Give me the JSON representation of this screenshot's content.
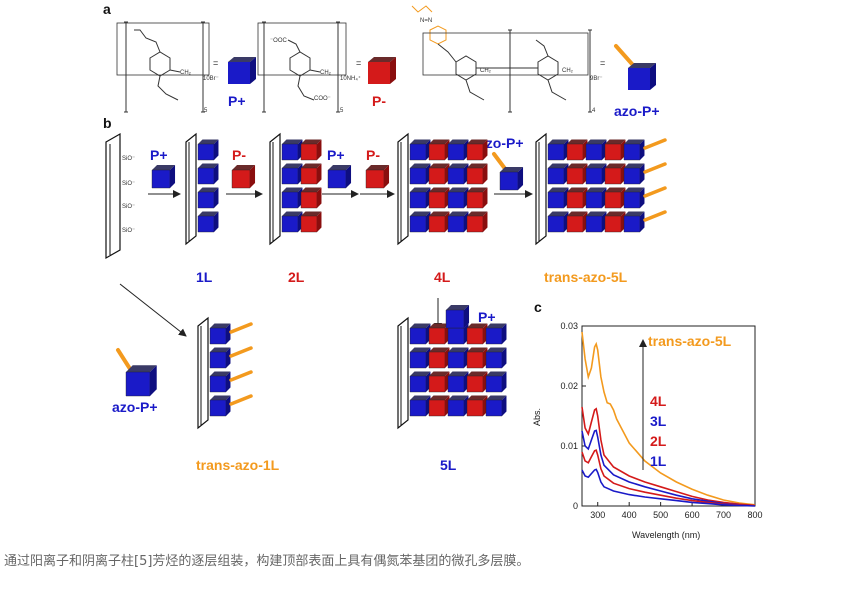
{
  "panels": {
    "a": "a",
    "b": "b",
    "c": "c"
  },
  "structures": {
    "p_plus": {
      "label": "P+",
      "counter": "10Br⁻",
      "repeat": "5"
    },
    "p_minus": {
      "label": "P-",
      "counter": "10NH₄⁺",
      "repeat": "5"
    },
    "azo_p_plus": {
      "label": "azo-P+",
      "counter": "9Br⁻",
      "repeat": "4"
    },
    "chem_text": {
      "ch2": "CH₂",
      "ooc": "⁻OOC",
      "coo": "COO⁻",
      "sio": "SiO⁻",
      "nn": "N=N"
    }
  },
  "scheme": {
    "step1_reagent": "P+",
    "step2_reagent": "P-",
    "step3_reagent": "P+",
    "step4_reagent": "P-",
    "step5_reagent": "azo-P+",
    "alt_reagent": "azo-P+",
    "from4L_reagent": "P+",
    "label_1L": "1L",
    "label_2L": "2L",
    "label_4L": "4L",
    "label_trans5L": "trans-azo-5L",
    "label_trans1L": "trans-azo-1L",
    "label_5L": "5L"
  },
  "colors": {
    "cationic": "#1a1ac8",
    "anionic": "#d41a1a",
    "azo": "#f39a1e",
    "text_dark": "#111111"
  },
  "chart_data": {
    "type": "line",
    "xlabel": "Wavelength (nm)",
    "ylabel": "Abs.",
    "xlim": [
      250,
      800
    ],
    "ylim": [
      0,
      0.03
    ],
    "x_ticks": [
      "300",
      "400",
      "500",
      "600",
      "700",
      "800"
    ],
    "y_ticks": [
      "0",
      "0.01",
      "0.02",
      "0.03"
    ],
    "legend_arrow_direction": "up",
    "series": [
      {
        "name": "trans-azo-5L",
        "color": "#f39a1e",
        "x": [
          250,
          260,
          270,
          280,
          290,
          295,
          300,
          310,
          320,
          330,
          340,
          350,
          360,
          380,
          400,
          450,
          500,
          550,
          600,
          650,
          700,
          750,
          800
        ],
        "y": [
          0.029,
          0.0245,
          0.0215,
          0.023,
          0.0265,
          0.027,
          0.026,
          0.0215,
          0.019,
          0.0172,
          0.017,
          0.016,
          0.0145,
          0.0125,
          0.0105,
          0.0075,
          0.0055,
          0.004,
          0.0028,
          0.0018,
          0.001,
          0.0005,
          0.0002
        ]
      },
      {
        "name": "4L",
        "color": "#d41a1a",
        "x": [
          250,
          260,
          270,
          280,
          290,
          295,
          300,
          310,
          320,
          350,
          400,
          450,
          500,
          550,
          600,
          650,
          700,
          750,
          800
        ],
        "y": [
          0.0165,
          0.013,
          0.012,
          0.014,
          0.016,
          0.0162,
          0.015,
          0.011,
          0.0085,
          0.0065,
          0.005,
          0.004,
          0.0032,
          0.0024,
          0.0016,
          0.001,
          0.0006,
          0.0003,
          0.0001
        ]
      },
      {
        "name": "3L",
        "color": "#1a1ac8",
        "x": [
          250,
          260,
          270,
          280,
          290,
          295,
          300,
          310,
          320,
          350,
          400,
          450,
          500,
          550,
          600,
          650,
          700,
          750,
          800
        ],
        "y": [
          0.0125,
          0.01,
          0.0095,
          0.011,
          0.0125,
          0.0126,
          0.0115,
          0.0085,
          0.0068,
          0.0052,
          0.004,
          0.0032,
          0.0025,
          0.0018,
          0.0012,
          0.0008,
          0.0004,
          0.0002,
          0.0001
        ]
      },
      {
        "name": "2L",
        "color": "#d41a1a",
        "x": [
          250,
          260,
          270,
          280,
          290,
          295,
          300,
          310,
          320,
          350,
          400,
          450,
          500,
          550,
          600,
          650,
          700,
          750,
          800
        ],
        "y": [
          0.009,
          0.0075,
          0.0072,
          0.0082,
          0.0092,
          0.0093,
          0.0085,
          0.0062,
          0.005,
          0.0038,
          0.0029,
          0.0023,
          0.0018,
          0.0013,
          0.0009,
          0.0006,
          0.0003,
          0.0002,
          0.0001
        ]
      },
      {
        "name": "1L",
        "color": "#1a1ac8",
        "x": [
          250,
          260,
          270,
          280,
          290,
          295,
          300,
          310,
          320,
          350,
          400,
          450,
          500,
          550,
          600,
          650,
          700,
          750,
          800
        ],
        "y": [
          0.006,
          0.005,
          0.0048,
          0.0054,
          0.006,
          0.0061,
          0.0056,
          0.004,
          0.0032,
          0.0025,
          0.0019,
          0.0015,
          0.0012,
          0.0009,
          0.0006,
          0.0004,
          0.0002,
          0.0001,
          0.0
        ]
      }
    ]
  },
  "caption": "通过阳离子和阴离子柱[5]芳烃的逐层组装，构建顶部表面上具有偶氮苯基团的微孔多层膜。"
}
